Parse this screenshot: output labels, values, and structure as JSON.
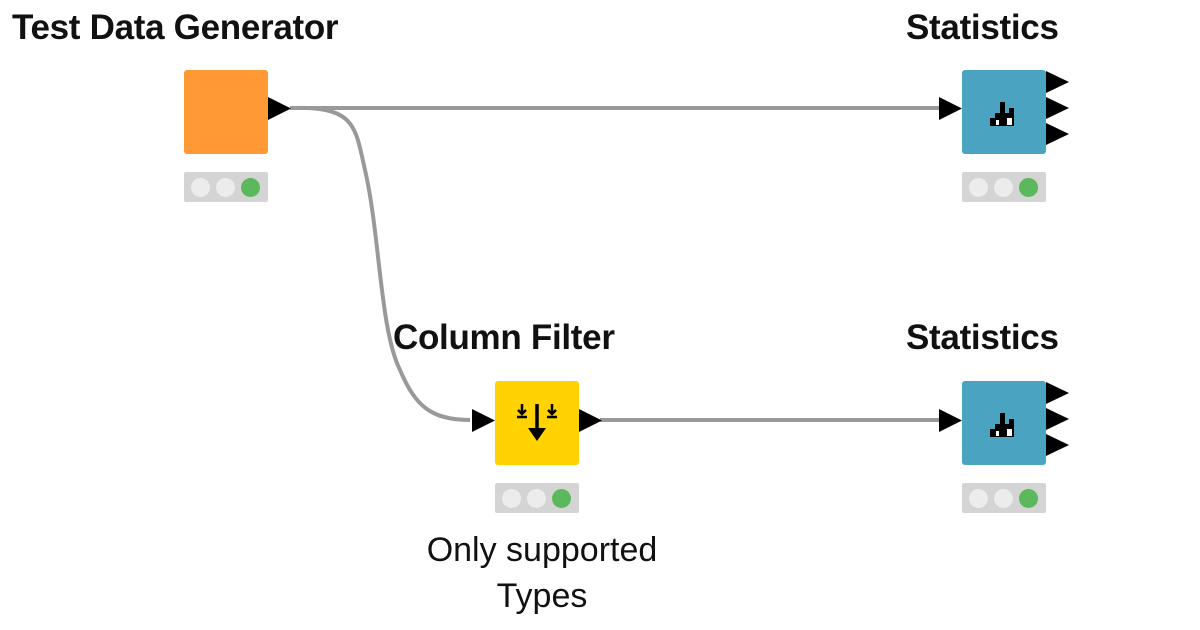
{
  "colors": {
    "source_node": "#ff9933",
    "manipulator_node": "#ffd200",
    "visualizer_node": "#4aa3c1",
    "connection": "#999999",
    "port": "#000000",
    "light_off": "#ececec",
    "light_green": "#5cb85c",
    "status_bar": "#d4d4d4"
  },
  "nodes": [
    {
      "id": "test-data-generator",
      "title": "Test Data Generator",
      "type": "source",
      "icon": "none",
      "status": "executed"
    },
    {
      "id": "statistics-top",
      "title": "Statistics",
      "type": "visualizer",
      "icon": "statistics-icon",
      "status": "executed"
    },
    {
      "id": "column-filter",
      "title": "Column Filter",
      "type": "manipulator",
      "icon": "column-filter-icon",
      "status": "executed",
      "annotation": [
        "Only supported",
        "Types"
      ]
    },
    {
      "id": "statistics-bottom",
      "title": "Statistics",
      "type": "visualizer",
      "icon": "statistics-icon",
      "status": "executed"
    }
  ],
  "connections": [
    {
      "from": "test-data-generator",
      "to": "statistics-top"
    },
    {
      "from": "test-data-generator",
      "to": "column-filter"
    },
    {
      "from": "column-filter",
      "to": "statistics-bottom"
    }
  ]
}
